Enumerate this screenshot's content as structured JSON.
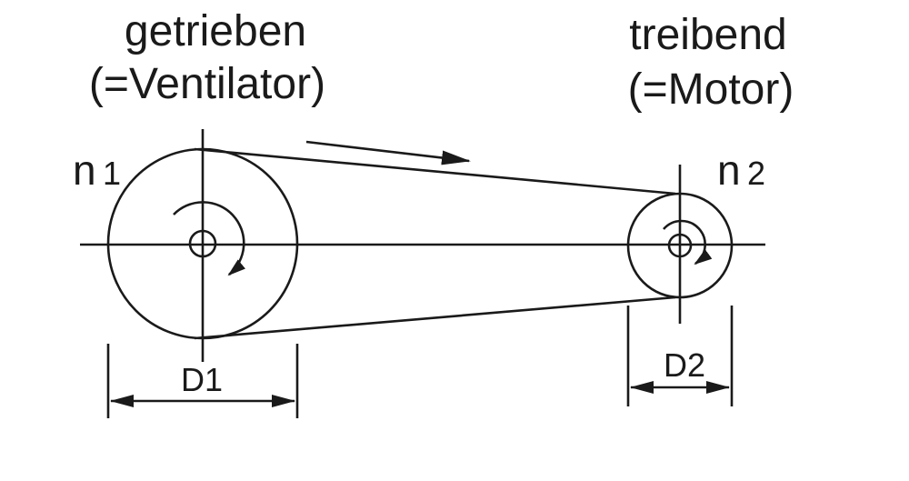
{
  "diagram": {
    "left_pulley": {
      "title_line1": "getrieben",
      "title_line2": "(=Ventilator)",
      "speed_symbol": "n",
      "speed_subscript": "1",
      "diameter_label": "D1"
    },
    "right_pulley": {
      "title_line1": "treibend",
      "title_line2": "(=Motor)",
      "speed_symbol": "n",
      "speed_subscript": "2",
      "diameter_label": "D2"
    },
    "colors": {
      "line": "#1a1a1a",
      "background": "#ffffff"
    }
  }
}
